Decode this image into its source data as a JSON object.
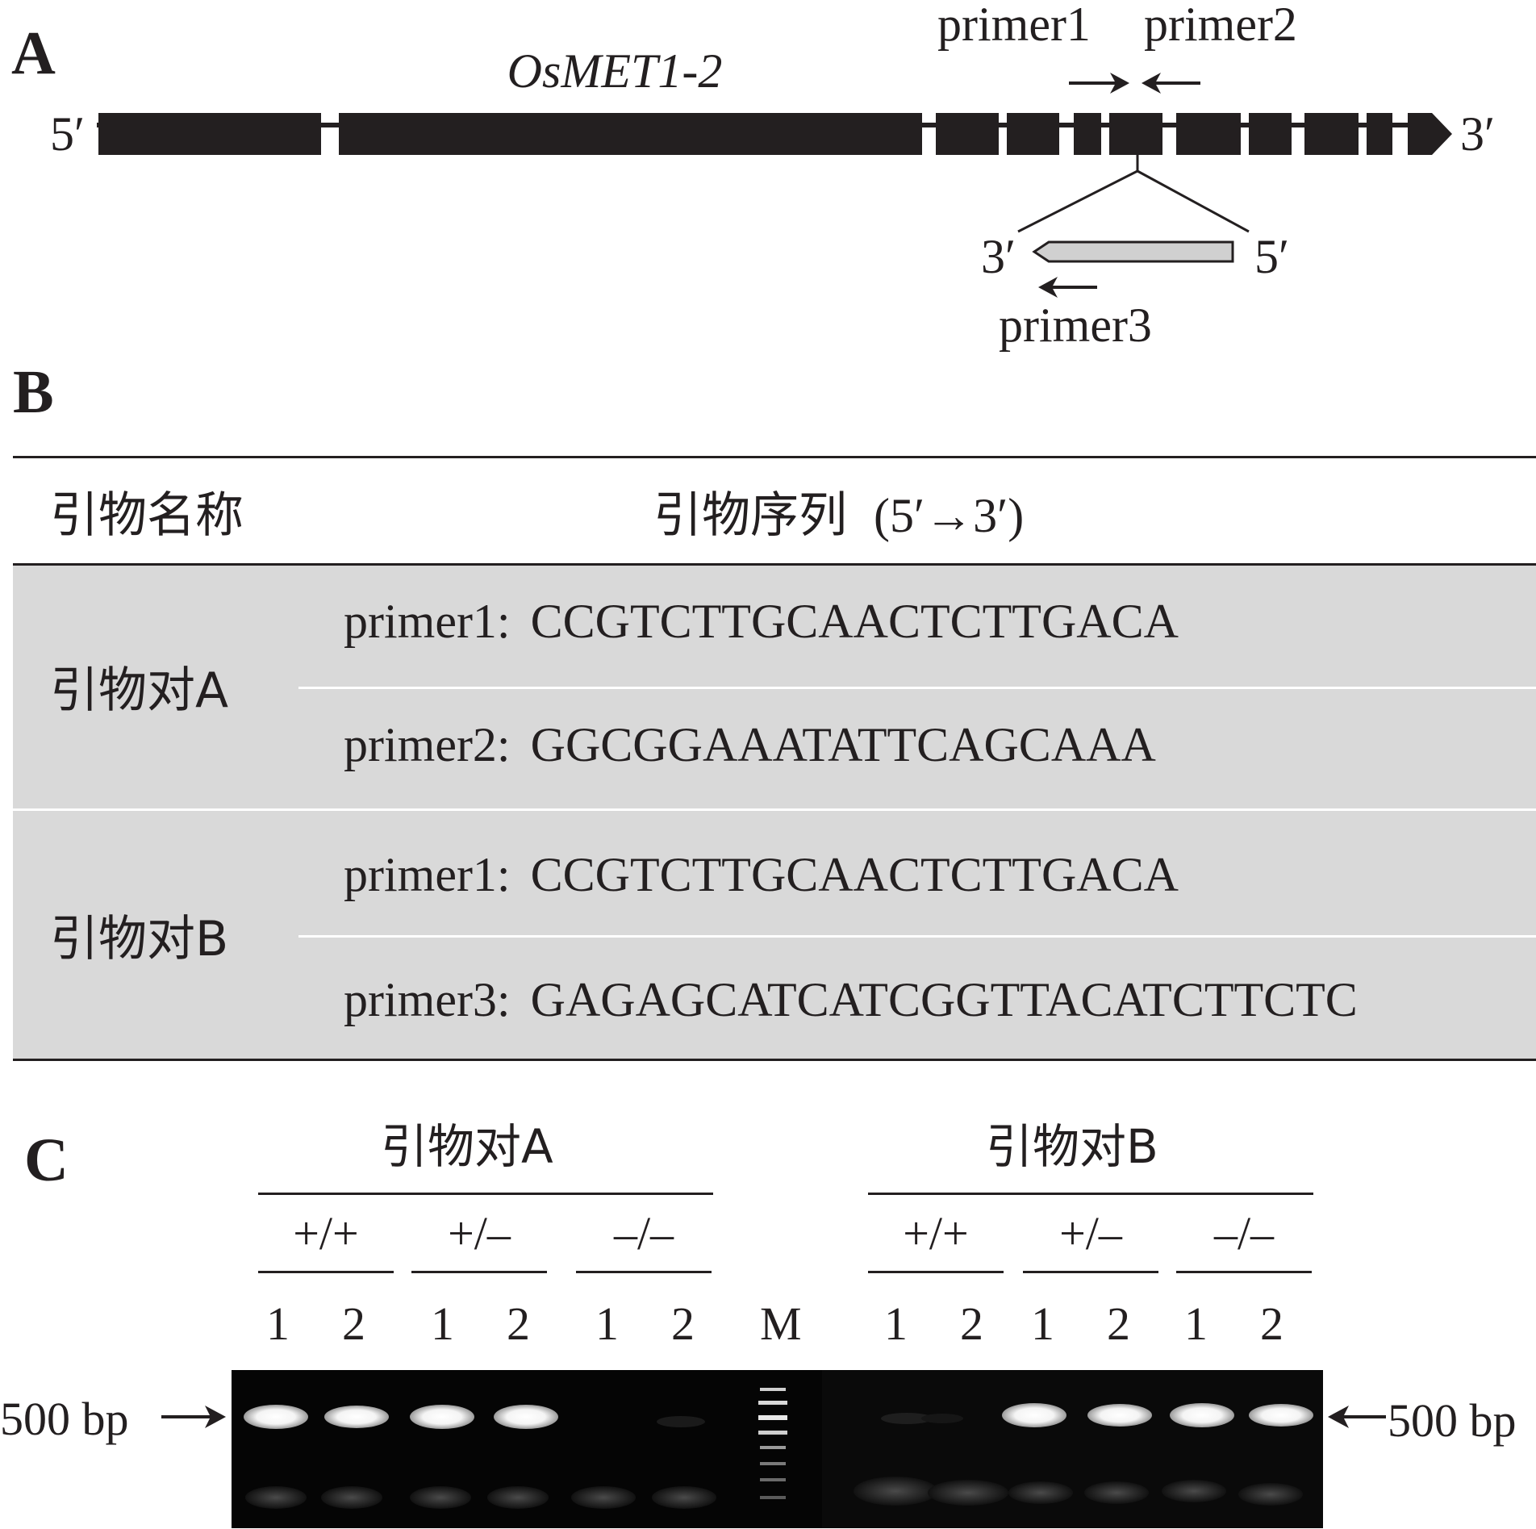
{
  "panelA": {
    "label": "A",
    "gene_name": "OsMET1-2",
    "five_prime": "5′",
    "three_prime": "3′",
    "primer1": "primer1",
    "primer2": "primer2",
    "primer3": "primer3",
    "insert_three_prime": "3′",
    "insert_five_prime": "5′"
  },
  "panelB": {
    "label": "B",
    "header": {
      "name_col": "引物名称",
      "seq_col": "引物序列",
      "seq_dir": "(5′→3′)"
    },
    "pairs": [
      {
        "name": "引物对A",
        "primers": [
          {
            "label": "primer1:",
            "seq": "CCGTCTTGCAACTCTTGACA"
          },
          {
            "label": "primer2:",
            "seq": "GGCGGAAATATTCAGCAAA"
          }
        ]
      },
      {
        "name": "引物对B",
        "primers": [
          {
            "label": "primer1:",
            "seq": "CCGTCTTGCAACTCTTGACA"
          },
          {
            "label": "primer3:",
            "seq": "GAGAGCATCATCGGTTACATCTTCTC"
          }
        ]
      }
    ]
  },
  "panelC": {
    "label": "C",
    "groupA": "引物对A",
    "groupB": "引物对B",
    "genotypes": [
      "+/+",
      "+/–",
      "–/–"
    ],
    "lane1": "1",
    "lane2": "2",
    "marker": "M",
    "size_left": "500 bp",
    "size_right": "500 bp"
  },
  "colors": {
    "ink": "#231f20",
    "table_shade": "#d9d9d9",
    "insert_fill": "#d0d0d0",
    "gel_bg": "#050505"
  }
}
